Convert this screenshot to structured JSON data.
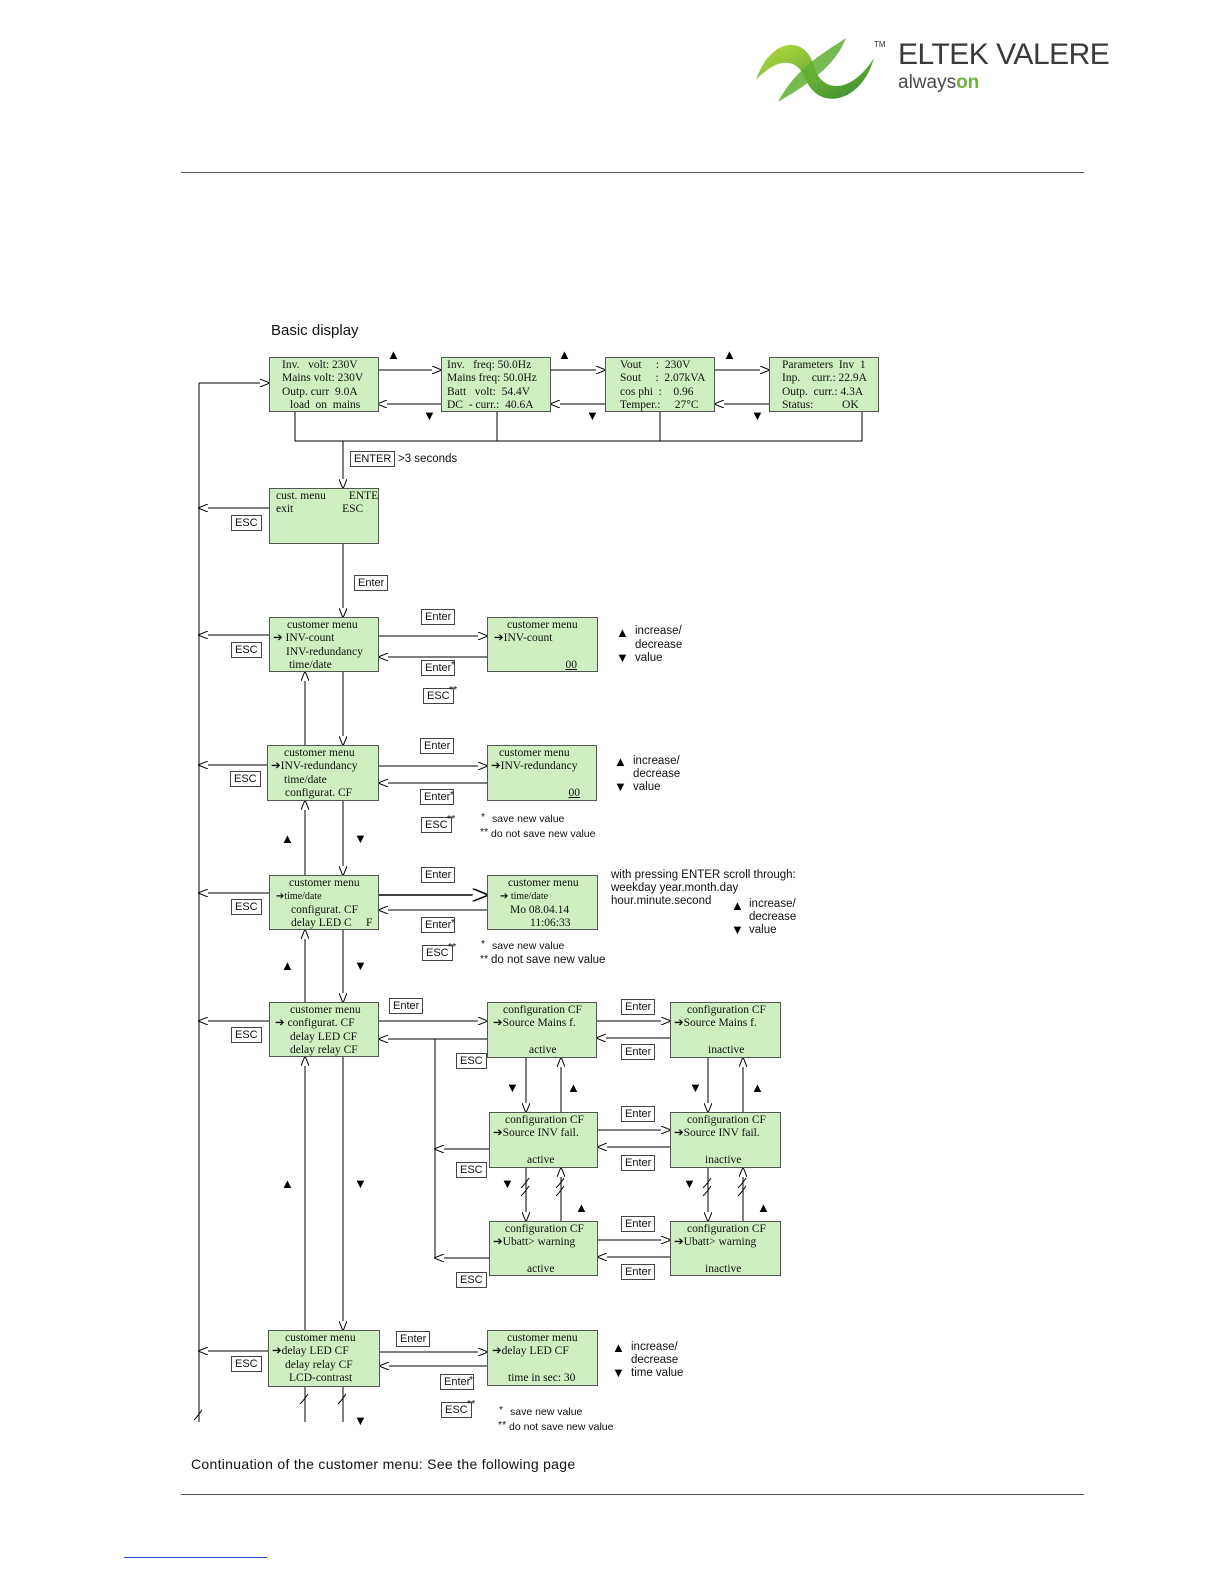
{
  "brand": {
    "name": "ELTEK VALERE",
    "tag_always": "always",
    "tag_on": "on",
    "tm": "TM",
    "green_dark": "#3c8c2a",
    "green_light": "#9bd13a"
  },
  "title": "Basic display",
  "enter_hold": {
    "key": "ENTER",
    "text": ">3 seconds"
  },
  "displays": {
    "d1": [
      "Inv.   volt: 230V",
      "Mains volt: 230V",
      "Outp. curr  9.0A",
      "load  on  mains"
    ],
    "d2": [
      "Inv.   freq: 50.0Hz",
      "Mains freq: 50.0Hz",
      "Batt   volt:  54.4V",
      "DC  - curr.:  40.6A"
    ],
    "d3": [
      "Vout     :  230V",
      "Sout     :  2.07kVA",
      "cos phi  :    0.96",
      "Temper.:     27°C"
    ],
    "d4": [
      "Parameters  Inv  1",
      "Inp.    curr.: 22.9A",
      "Outp.  curr.: 4.3A",
      "Status:          OK"
    ],
    "exit": [
      "cust. menu        ENTER",
      "exit                 ESC"
    ],
    "m1": [
      "customer menu",
      "➔ INV-count",
      "INV-redundancy",
      "time/date"
    ],
    "m1e": [
      "customer menu",
      "➔INV-count",
      "",
      "00"
    ],
    "m2": [
      "customer menu",
      "➔INV-redundancy",
      "time/date",
      "configurat. CF"
    ],
    "m2e": [
      "customer menu",
      "➔INV-redundancy",
      "",
      "00"
    ],
    "m3": [
      "customer menu",
      "➔time/date",
      "configurat. CF",
      "delay LED C     F"
    ],
    "m3e": [
      "customer menu",
      "➔ time/date",
      "Mo 08.04.14",
      "11:06:33"
    ],
    "m4": [
      "customer menu",
      "➔ configurat. CF",
      "delay LED CF",
      "delay relay CF"
    ],
    "c1a": [
      "configuration CF",
      "➔Source Mains f.",
      "",
      "active"
    ],
    "c1i": [
      "configuration CF",
      "➔Source Mains f.",
      "",
      "inactive"
    ],
    "c2a": [
      "configuration CF",
      "➔Source INV fail.",
      "",
      "active"
    ],
    "c2i": [
      "configuration CF",
      "➔Source INV fail.",
      "",
      "inactive"
    ],
    "c3a": [
      "configuration CF",
      "➔Ubatt> warning",
      "",
      "active"
    ],
    "c3i": [
      "configuration CF",
      "➔Ubatt> warning",
      "",
      "inactive"
    ],
    "m5": [
      "customer menu",
      "➔delay LED CF",
      "delay relay CF",
      "LCD-contrast"
    ],
    "m5e": [
      "customer menu",
      "➔delay LED CF",
      "",
      "time in sec: 30"
    ]
  },
  "keys": {
    "esc": "ESC",
    "enter": "Enter",
    "star": "*",
    "dstar": "**"
  },
  "hints": {
    "increase": "increase/",
    "decrease": "decrease",
    "value": "value",
    "time_value": "time value",
    "save": "save new value",
    "nosave": "do not save new value",
    "scroll1": "with pressing ENTER scroll through:",
    "scroll2": "weekday year.month.day",
    "scroll3": "hour.minute.second"
  },
  "footer": "Continuation of the customer menu: See the following page"
}
